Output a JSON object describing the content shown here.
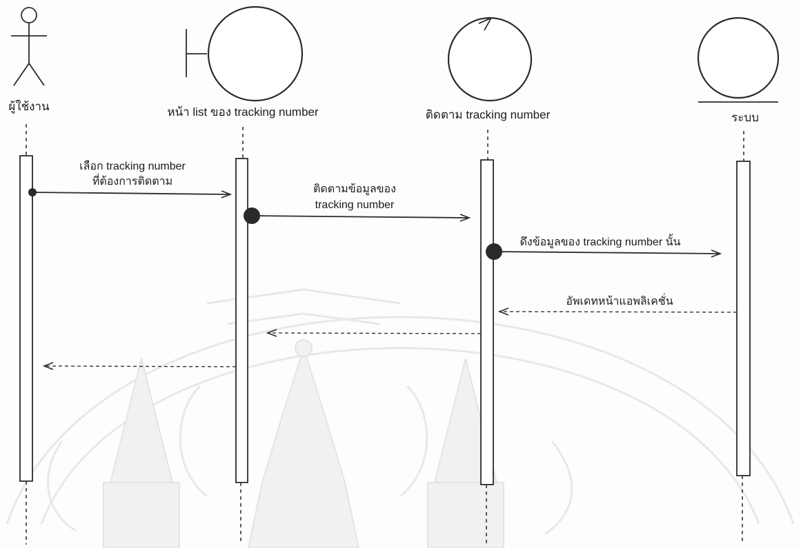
{
  "participants": {
    "user": {
      "label": "ผู้ใช้งาน",
      "kind": "actor"
    },
    "boundary": {
      "label": "หน้า list ของ tracking number",
      "kind": "boundary"
    },
    "control": {
      "label": "ติดตาม tracking number",
      "kind": "control"
    },
    "entity": {
      "label": "ระบบ",
      "kind": "entity"
    }
  },
  "messages": {
    "m1_line1": "เลือก tracking number",
    "m1_line2": "ที่ต้องการติดตาม",
    "m2_line1": "ติดตามข้อมูลของ",
    "m2_line2": "tracking number",
    "m3": "ดึงข้อมูลของ tracking number นั้น",
    "m4": "อัพเดทหน้าแอพลิเคชั่น"
  }
}
